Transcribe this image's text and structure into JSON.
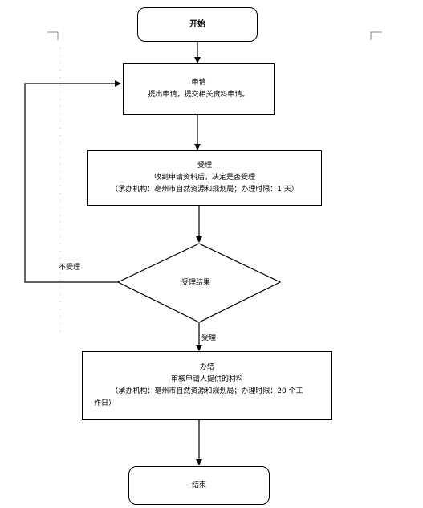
{
  "start": {
    "label": "开始"
  },
  "apply": {
    "title": "申请",
    "desc": "提出申请，提交相关资料申请。"
  },
  "accept": {
    "title": "受理",
    "desc": "收到申请资料后，决定是否受理",
    "org": "（承办机构：亳州市自然资源和规划局；办理时限：1 天）"
  },
  "decision": {
    "label": "受理结果"
  },
  "edge_labels": {
    "rejected": "不受理",
    "accepted": "受理"
  },
  "process": {
    "title": "办结",
    "desc": "审核申请人提供的材料",
    "org_line1": "（承办机构：亳州市自然资源和规划局；办理时限：20 个工",
    "org_line2": "作日）"
  },
  "end": {
    "label": "结束"
  }
}
